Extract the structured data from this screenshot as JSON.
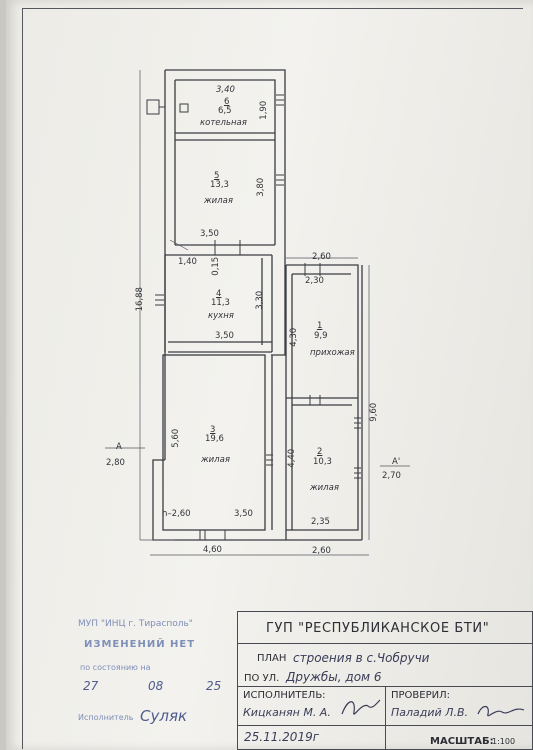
{
  "plan": {
    "rooms": [
      {
        "number": "6",
        "area": "6,5",
        "name": "котельная"
      },
      {
        "number": "5",
        "area": "13,3",
        "name": "жилая"
      },
      {
        "number": "4",
        "area": "11,3",
        "name": "кухня"
      },
      {
        "number": "1",
        "area": "9,9",
        "name": "прихожая"
      },
      {
        "number": "3",
        "area": "19,6",
        "name": "жилая"
      },
      {
        "number": "2",
        "area": "10,3",
        "name": "жилая"
      }
    ],
    "dimensions": {
      "boiler_width": "3,40",
      "boiler_depth": "1,90",
      "room5_depth": "3,80",
      "room5_width": "3,50",
      "step_a": "1,40",
      "step_b": "0,15",
      "total_length": "16,88",
      "kitchen_depth": "3,30",
      "kitchen_width": "3,50",
      "porch_outer": "2,60",
      "porch_inner": "2,30",
      "hall_depth": "4,30",
      "annex_length": "9,60",
      "room3_depth": "5,60",
      "room2_depth": "4,40",
      "room3_height": "h–2,60",
      "room3_width": "3,50",
      "room2_width": "2,35",
      "bottom_left": "4,60",
      "bottom_right": "2,60",
      "section_left_label": "A",
      "section_left_height": "2,80",
      "section_right_label": "A'",
      "section_right_height": "2,70"
    }
  },
  "titleblock": {
    "organization": "ГУП \"РЕСПУБЛИКАНСКОЕ БТИ\"",
    "plan_label": "ПЛАН",
    "plan_value": "строения в с.Чобручи",
    "street_label": "ПО УЛ.",
    "street_value": "Дружбы, дом 6",
    "executor_label": "ИСПОЛНИТЕЛЬ:",
    "executor_name": "Кицканян М. А.",
    "checked_label": "ПРОВЕРИЛ:",
    "checked_name": "Паладий Л.В.",
    "date": "25.11.2019г",
    "scale_label": "МАСШТАБ:",
    "scale_value": "1:100"
  },
  "stamp": {
    "line1": "МУП \"ИНЦ г. Тирасполь\"",
    "line2": "ИЗМЕНЕНИЙ НЕТ",
    "line3": "по состоянию на",
    "day": "27",
    "month": "08",
    "year": "25",
    "signed_label": "Исполнитель",
    "signed_name": "Суляк"
  },
  "colors": {
    "paper": "#f1f0ec",
    "ink": "#2a2a2e",
    "stamp_ink": "#7e8fb8"
  }
}
